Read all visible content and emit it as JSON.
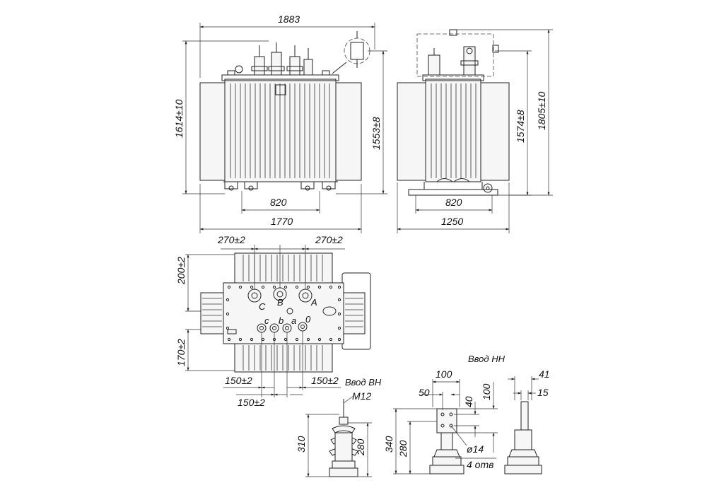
{
  "dimensions": {
    "front_overall_width": "1883",
    "front_height_total": "1614±10",
    "front_tank_height": "1553±8",
    "front_wheel_track": "820",
    "front_tank_width": "1770",
    "side_height_tank": "1574±8",
    "side_height_total": "1805±10",
    "side_wheel_track": "820",
    "side_tank_width": "1250",
    "plan_top_left": "270±2",
    "plan_top_right": "270±2",
    "plan_left_upper": "200±2",
    "plan_left_lower": "170±2",
    "plan_bottom_left": "150±2",
    "plan_bottom_right": "150±2",
    "plan_bottom_center": "150±2",
    "hv_thread": "M12",
    "hv_height_total": "310",
    "hv_height_part": "280",
    "lv_height_total": "340",
    "lv_height_part": "280",
    "lv_width_100": "100",
    "lv_width_50": "50",
    "lv_pitch_40": "40",
    "lv_vertical_100": "100",
    "lv_hole_dia": "ø14",
    "lv_hole_count": "4 отв",
    "lv_side_41": "41",
    "lv_side_15": "15"
  },
  "labels": {
    "hv_terminals": [
      "C",
      "B",
      "A"
    ],
    "lv_terminals": [
      "c",
      "b",
      "a",
      "0"
    ],
    "hv_bushing_title": "Ввод ВН",
    "lv_bushing_title": "Ввод НН"
  }
}
